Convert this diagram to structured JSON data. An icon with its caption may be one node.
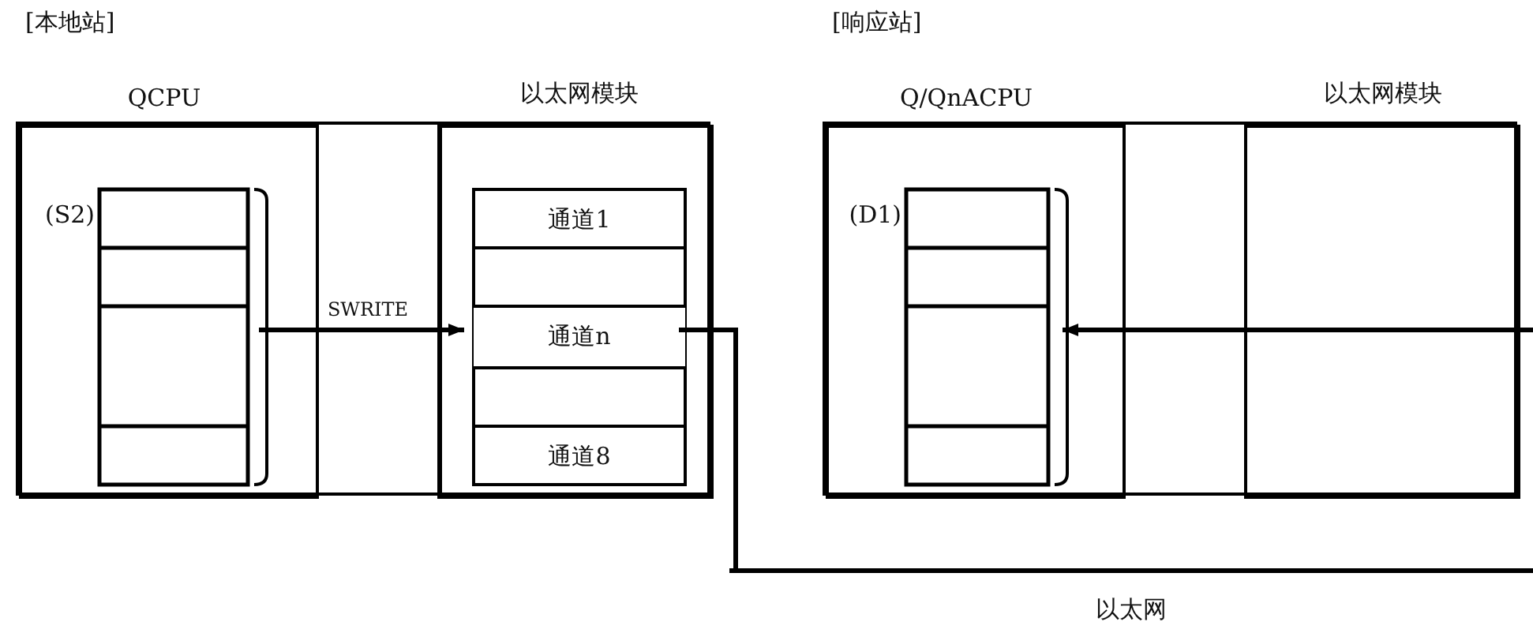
{
  "diagram": {
    "nodes": [
      {
        "text": [
          "[本地站]"
        ]
      },
      {
        "text": [
          "QCPU"
        ],
        "in": 0
      },
      {
        "text": [],
        "shape": "box",
        "in": 1,
        "beside": [
          "(S2)"
        ]
      },
      {
        "text": [
          "以太网模块"
        ],
        "in": 0
      },
      {
        "text": [
          "通道1"
        ],
        "in": 3
      },
      {
        "text": [],
        "shape": "box",
        "in": 3
      },
      {
        "text": [
          "通道n"
        ],
        "in": 3
      },
      {
        "text": [],
        "shape": "box",
        "in": 3
      },
      {
        "text": [
          "通道8"
        ],
        "in": 3
      },
      {
        "text": [
          "[响应站]"
        ]
      },
      {
        "text": [
          "Q/QnACPU"
        ],
        "in": 9
      },
      {
        "text": [],
        "shape": "box",
        "in": 10,
        "beside": [
          "(D1)"
        ]
      },
      {
        "text": [
          "以太网模块"
        ],
        "in": 9
      },
      {
        "text": [
          "以太网"
        ]
      }
    ],
    "edges": [
      {
        "from": 2,
        "to": 6,
        "arrow": "to",
        "label": "SWRITE"
      },
      {
        "from": 6,
        "to": 13,
        "arrow": "none"
      },
      {
        "from": 12,
        "to": 11,
        "arrow": "to"
      }
    ]
  }
}
